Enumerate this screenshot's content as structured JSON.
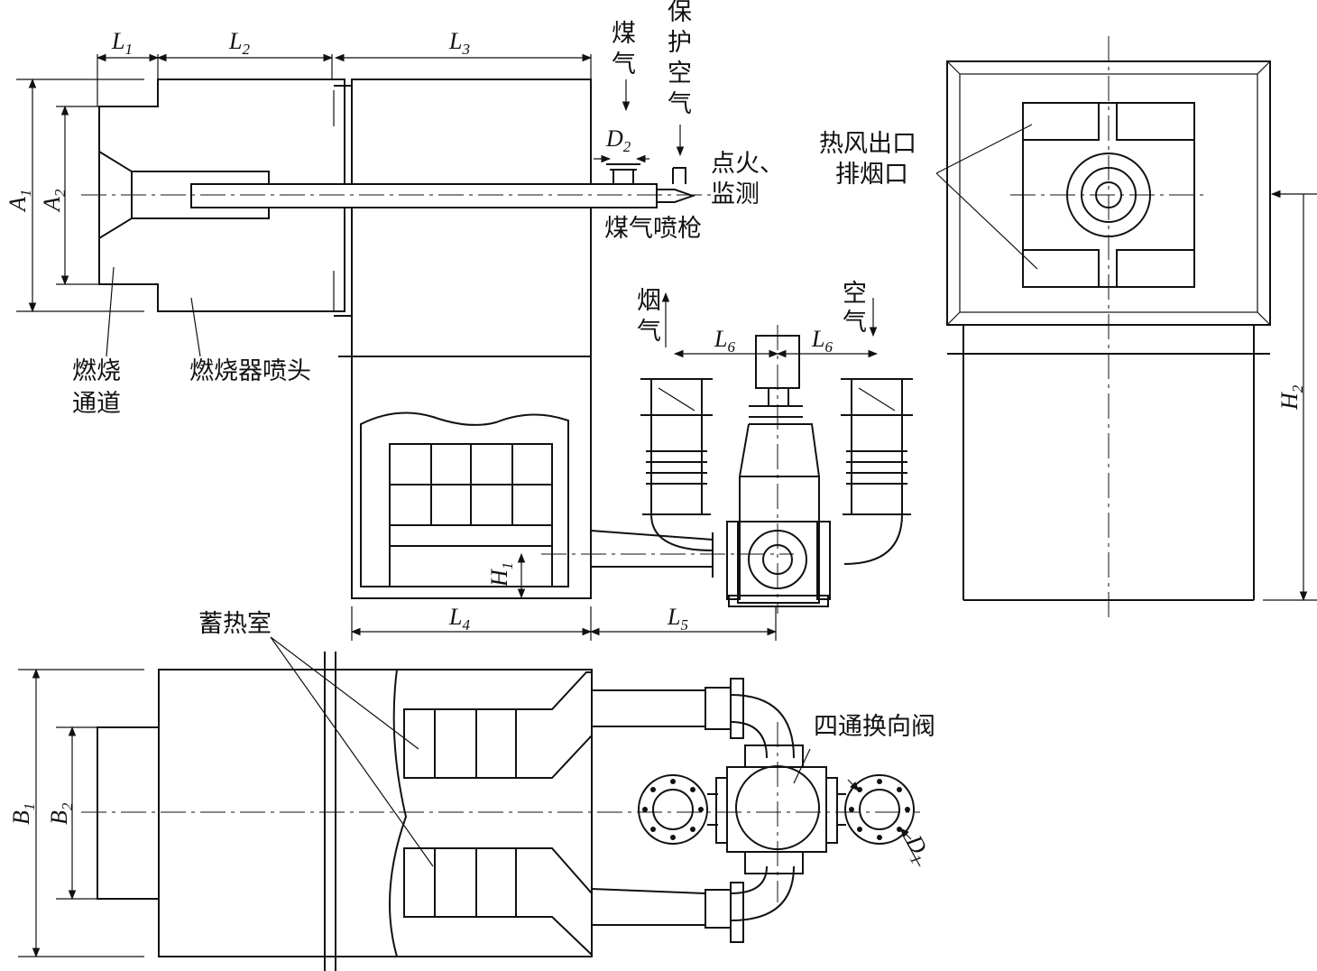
{
  "labels": {
    "burn_channel": "燃烧通道",
    "burner_head": "燃烧器喷头",
    "gas": "煤气",
    "protect_air": "保护空气",
    "ignition": "点火、监测",
    "gas_gun": "煤气喷枪",
    "flue_gas": "烟气",
    "air": "空气",
    "hot_air_outlet": "热风出口排烟口",
    "regenerator": "蓄热室",
    "four_way_valve": "四通换向阀"
  },
  "dimensions": {
    "L1": {
      "base": "L",
      "sub": "1"
    },
    "L2": {
      "base": "L",
      "sub": "2"
    },
    "L3": {
      "base": "L",
      "sub": "3"
    },
    "L4": {
      "base": "L",
      "sub": "4"
    },
    "L5": {
      "base": "L",
      "sub": "5"
    },
    "L6a": {
      "base": "L",
      "sub": "6"
    },
    "L6b": {
      "base": "L",
      "sub": "6"
    },
    "A1": {
      "base": "A",
      "sub": "1"
    },
    "A2": {
      "base": "A",
      "sub": "2"
    },
    "B1": {
      "base": "B",
      "sub": "1"
    },
    "B2": {
      "base": "B",
      "sub": "2"
    },
    "D1": {
      "base": "D",
      "sub": "1"
    },
    "D2": {
      "base": "D",
      "sub": "2"
    },
    "H1": {
      "base": "H",
      "sub": "1"
    },
    "H2": {
      "base": "H",
      "sub": "2"
    }
  }
}
